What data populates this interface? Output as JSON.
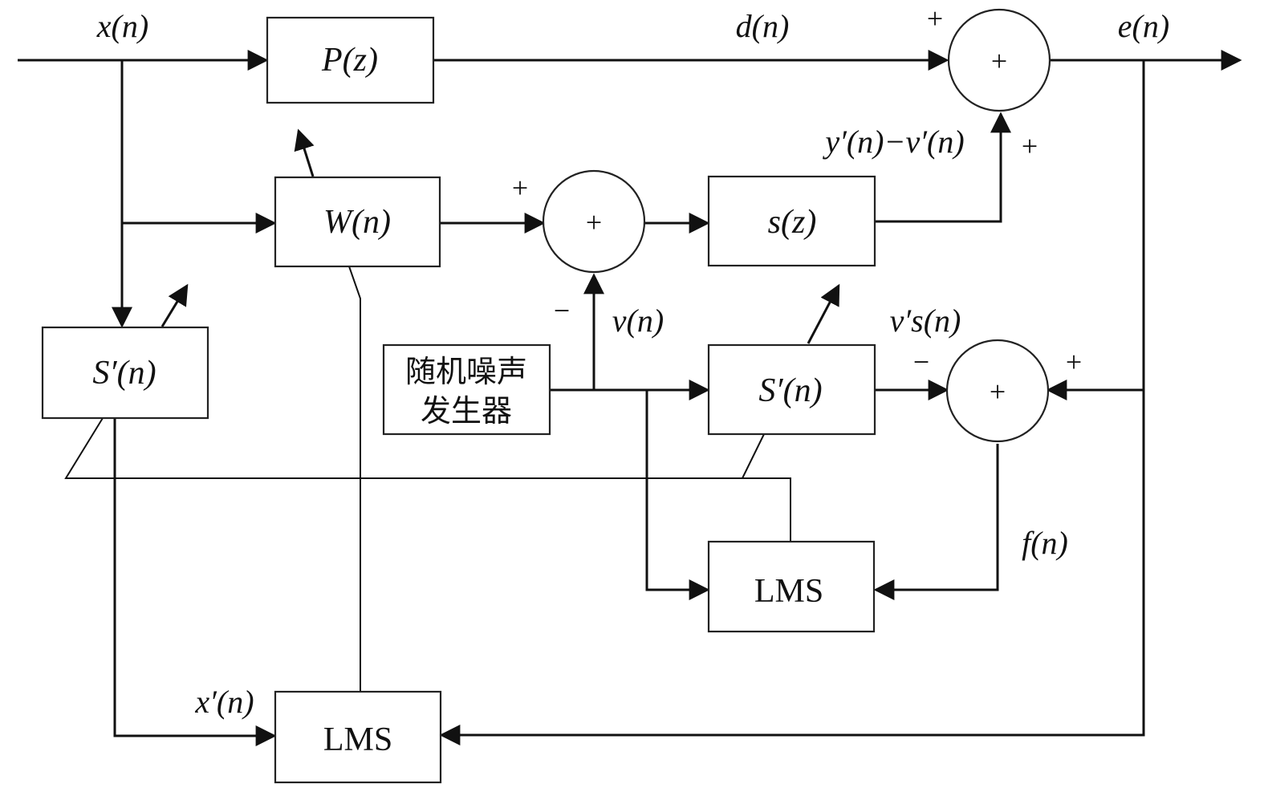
{
  "blocks": {
    "primary_path": "P(z)",
    "adaptive_filter": "W(n)",
    "secondary_path": "s(z)",
    "secondary_estimate_left": "S′(n)",
    "secondary_estimate_right": "S′(n)",
    "lms_secondary": "LMS",
    "lms_main": "LMS",
    "noise_generator_line1": "随机噪声",
    "noise_generator_line2": "发生器"
  },
  "signals": {
    "input": "x(n)",
    "desired": "d(n)",
    "error": "e(n)",
    "secondary_output": "y′(n)−v′(n)",
    "noise": "v(n)",
    "estimated_noise": "v′s(n)",
    "residual": "f(n)",
    "filtered_input": "x′(n)"
  },
  "summers": {
    "symbol": "+",
    "top_plus_a": "+",
    "top_plus_b": "+",
    "mid_plus": "+",
    "mid_minus": "−",
    "right_minus": "−",
    "right_plus": "+"
  }
}
